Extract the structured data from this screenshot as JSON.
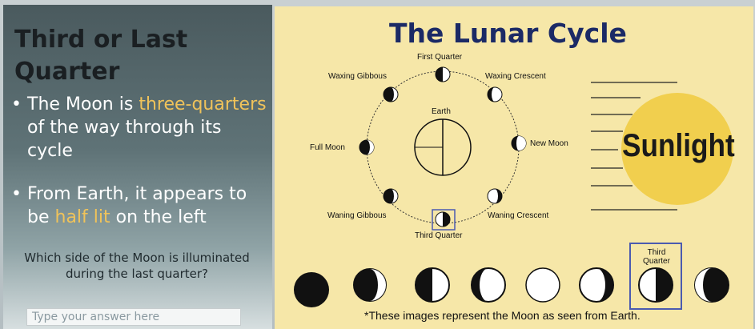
{
  "left_panel": {
    "title": "Third or Last Quarter",
    "bullets": [
      {
        "pre": "The Moon is ",
        "highlight": "three-quarters",
        "post": " of the way through its cycle"
      },
      {
        "pre": "From Earth, it appears to be ",
        "highlight": "half lit",
        "post": " on the left"
      }
    ],
    "question": "Which side of the Moon is illuminated during the last quarter?",
    "answer_placeholder": "Type your answer here"
  },
  "diagram": {
    "title": "The Lunar Cycle",
    "positions": {
      "first_quarter": "First Quarter",
      "waxing_gibbous": "Waxing Gibbous",
      "waxing_crescent": "Waxing Crescent",
      "earth": "Earth",
      "full_moon": "Full Moon",
      "new_moon": "New Moon",
      "waning_gibbous": "Waning Gibbous",
      "waning_crescent": "Waning Crescent",
      "third_quarter": "Third Quarter"
    },
    "sunlight_label": "Sunlight",
    "phase_strip_highlight_label": "Third Quarter",
    "footnote": "*These images represent the Moon as seen from Earth."
  },
  "colors": {
    "panel_dark": "#4a5a5e",
    "highlight": "#f0c35a",
    "diagram_bg": "#f6e7a8",
    "title_blue": "#1b2a66",
    "sun": "#f1cf4e"
  }
}
